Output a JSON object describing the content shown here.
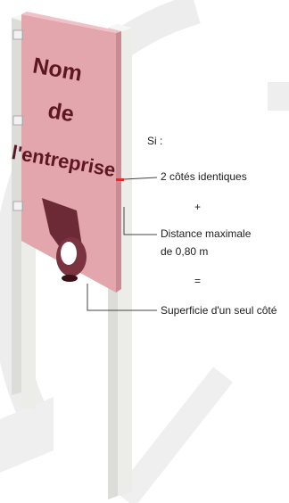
{
  "sign": {
    "line1": "Nom",
    "line2": "de",
    "line3": "l'entreprise"
  },
  "annotations": {
    "condition_label": "Si :",
    "identical_sides": "2 côtés identiques",
    "plus": "+",
    "max_distance_line1": "Distance maximale",
    "max_distance_line2": "de  0,80 m",
    "equals": "=",
    "result": "Superficie d'un seul côté"
  },
  "colors": {
    "sign_face": "#e3a6ad",
    "sign_text": "#5e1622",
    "bracket": "#6b2a35",
    "marker": "#d63030",
    "post": "#ececea",
    "leader": "#444444"
  }
}
